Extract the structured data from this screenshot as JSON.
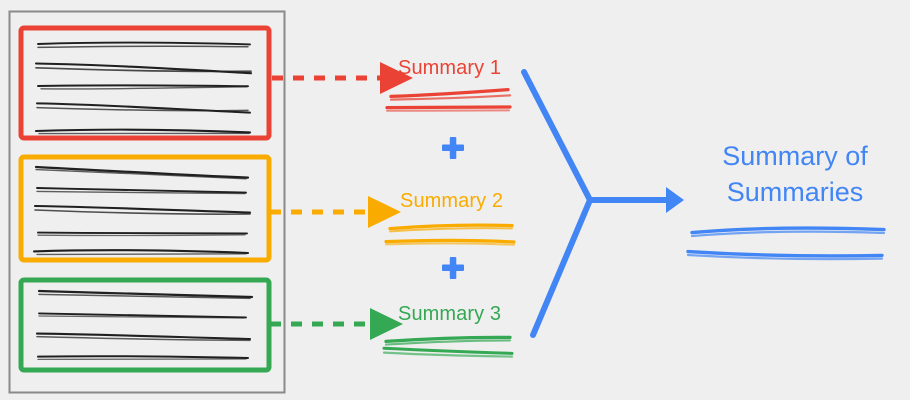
{
  "diagram": {
    "title_absent": true,
    "background_color": "#efefef",
    "palette": {
      "red": "#EA4335",
      "orange": "#F9AB00",
      "green": "#34A853",
      "blue": "#4285F4",
      "frame_gray": "#8a8a8a",
      "text_black": "#202020"
    },
    "source_document": {
      "name": "document-frame",
      "chunks": [
        {
          "id": "chunk-1",
          "color": "#EA4335",
          "line_count": 5,
          "arrow": {
            "style": "dashed",
            "color": "#EA4335"
          },
          "target": "summary-1"
        },
        {
          "id": "chunk-2",
          "color": "#F9AB00",
          "line_count": 5,
          "arrow": {
            "style": "dashed",
            "color": "#F9AB00"
          },
          "target": "summary-2"
        },
        {
          "id": "chunk-3",
          "color": "#34A853",
          "line_count": 4,
          "arrow": {
            "style": "dashed",
            "color": "#34A853"
          },
          "target": "summary-3"
        }
      ]
    },
    "summaries": [
      {
        "id": "summary-1",
        "label": "Summary 1",
        "color": "#EA4335",
        "squiggle_lines": 3
      },
      {
        "id": "summary-2",
        "label": "Summary 2",
        "color": "#F9AB00",
        "squiggle_lines": 3
      },
      {
        "id": "summary-3",
        "label": "Summary 3",
        "color": "#34A853",
        "squiggle_lines": 3
      }
    ],
    "operators": [
      {
        "id": "plus-1",
        "symbol": "+",
        "color": "#4285F4"
      },
      {
        "id": "plus-2",
        "symbol": "+",
        "color": "#4285F4"
      }
    ],
    "merge": {
      "name": "merge-connector",
      "color": "#4285F4",
      "style": "solid",
      "arrowhead": true
    },
    "final_output": {
      "id": "summary-of-summaries",
      "label_line_1": "Summary of",
      "label_line_2": "Summaries",
      "color": "#4285F4",
      "squiggle_lines": 3
    }
  }
}
